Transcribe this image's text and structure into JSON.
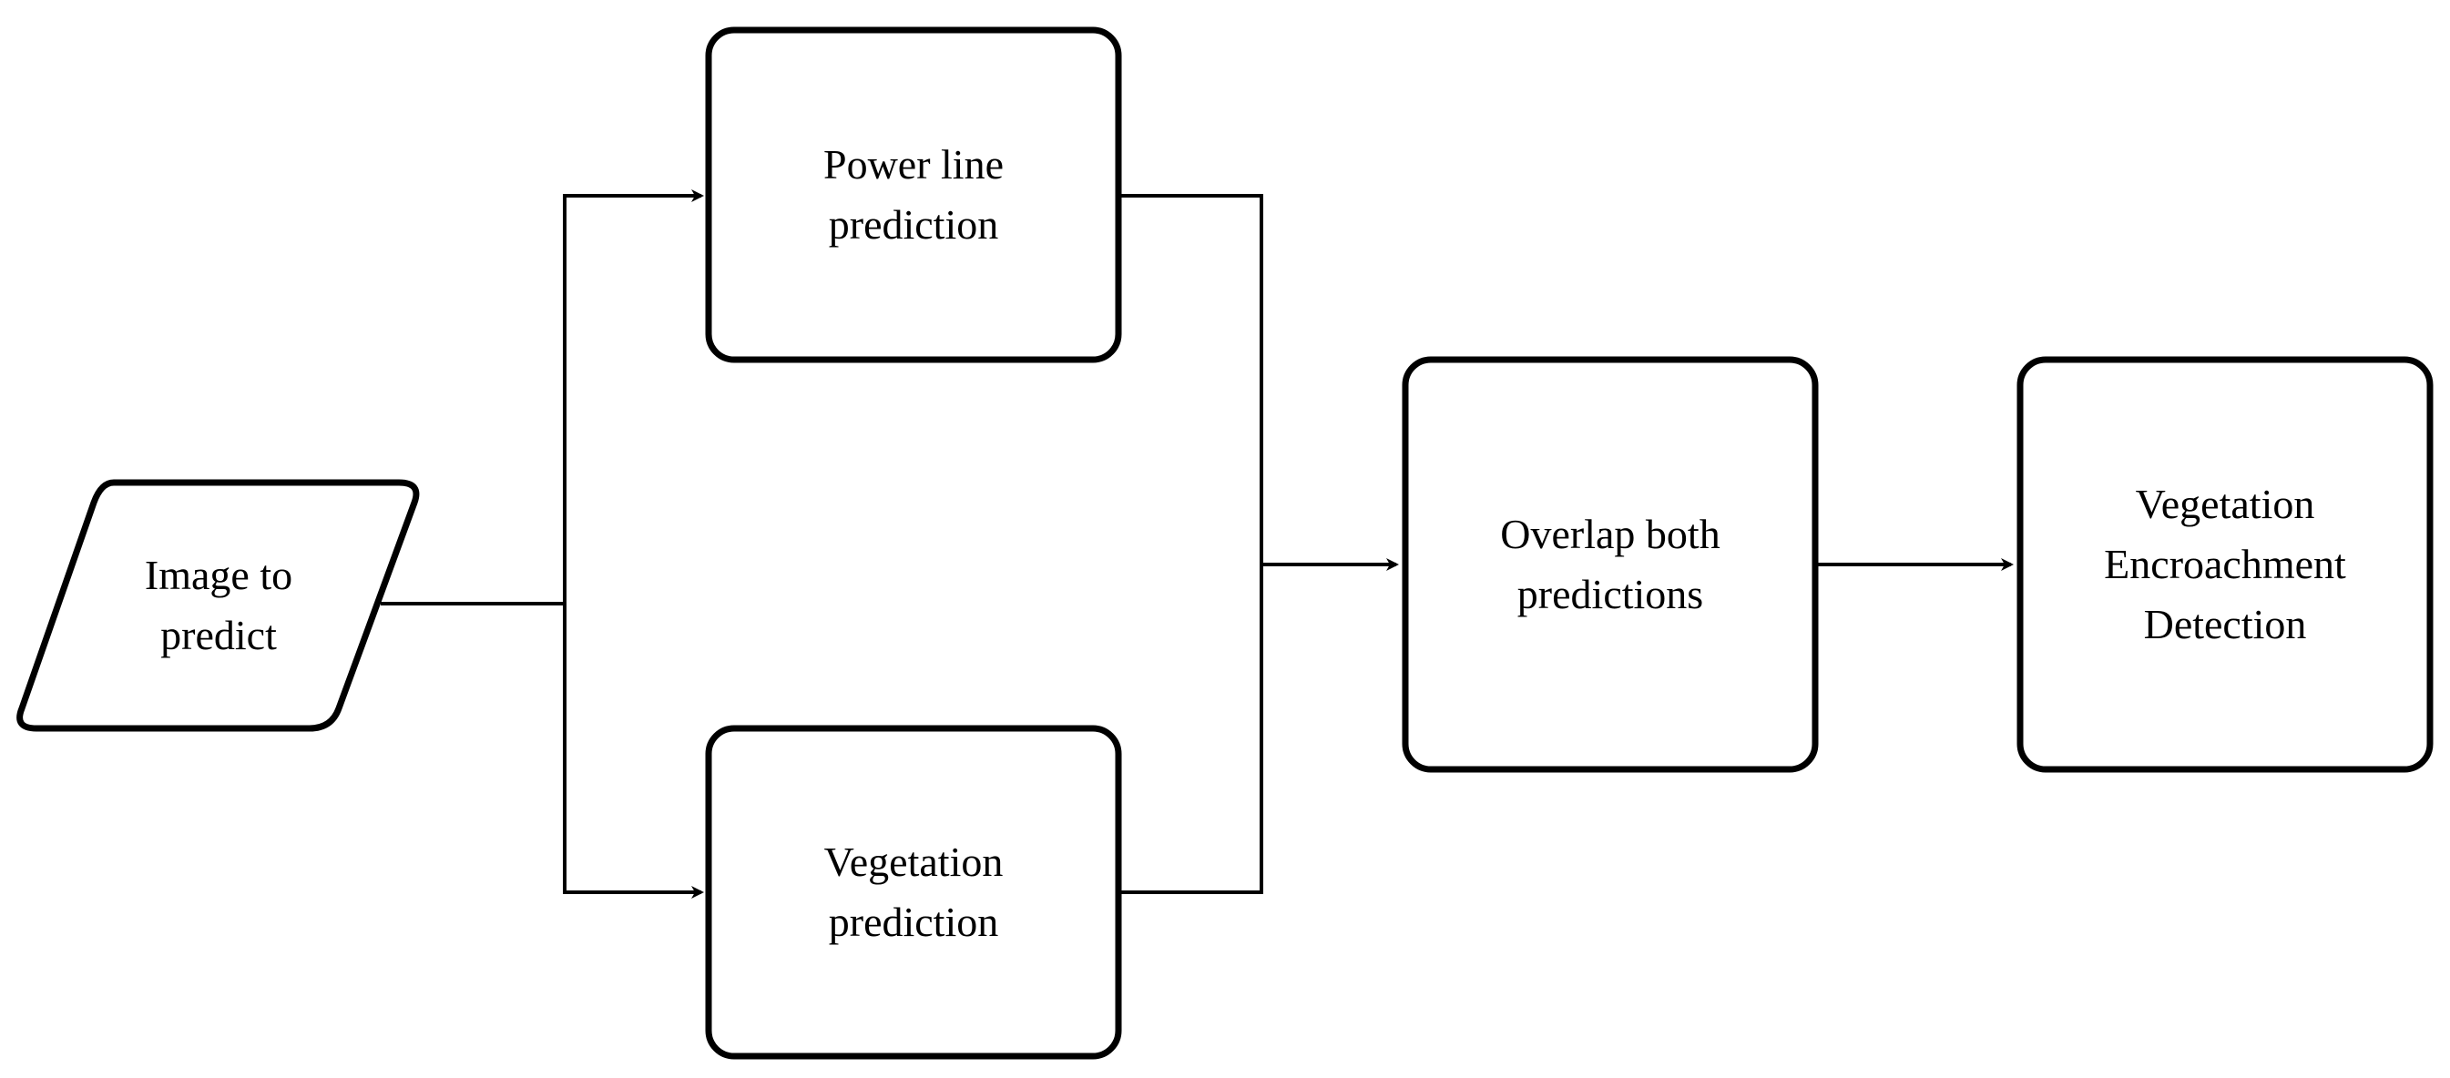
{
  "diagram": {
    "stroke_color": "#000000",
    "background": "#ffffff",
    "nodes": {
      "input": {
        "lines": [
          "Image to",
          "predict"
        ]
      },
      "power_line": {
        "lines": [
          "Power line",
          "prediction"
        ]
      },
      "vegetation": {
        "lines": [
          "Vegetation",
          "prediction"
        ]
      },
      "overlap": {
        "lines": [
          "Overlap both",
          "predictions"
        ]
      },
      "result": {
        "lines": [
          "Vegetation",
          "Encroachment",
          "Detection"
        ]
      }
    },
    "edges": [
      {
        "from": "input",
        "to": "power_line"
      },
      {
        "from": "input",
        "to": "vegetation"
      },
      {
        "from": "power_line",
        "to": "overlap"
      },
      {
        "from": "vegetation",
        "to": "overlap"
      },
      {
        "from": "overlap",
        "to": "result"
      }
    ]
  }
}
